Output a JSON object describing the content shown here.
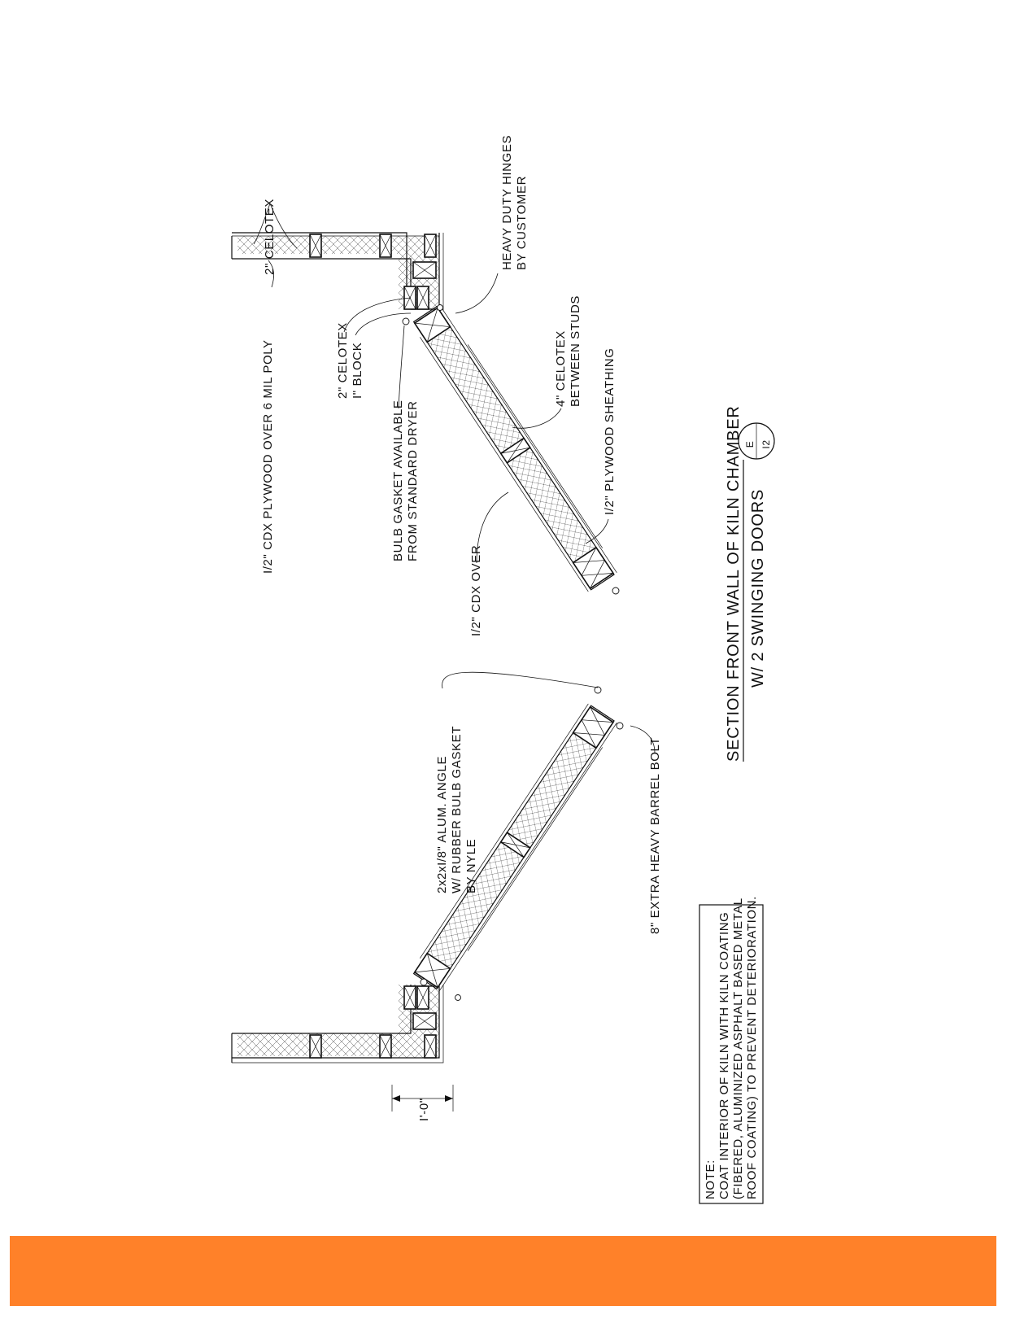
{
  "colors": {
    "line": "#111111",
    "footer_band": "#ff8129",
    "background": "#ffffff"
  },
  "title": {
    "line1": "SECTION FRONT WALL OF KILN CHAMBER",
    "line2": "W/ 2 SWINGING DOORS",
    "bubble_top": "E",
    "bubble_bottom": "I2"
  },
  "labels": {
    "celotex_2_top": "2\" CELOTEX",
    "cdx_plywood_poly": "I/2\" CDX PLYWOOD OVER 6 MIL POLY",
    "celotex_block_1": "2\" CELOTEX",
    "celotex_block_2": "I\" BLOCK",
    "hinges_1": "HEAVY DUTY HINGES",
    "hinges_2": "BY CUSTOMER",
    "bulb_gasket_1": "BULB GASKET AVAILABLE",
    "bulb_gasket_2": "FROM STANDARD DRYER",
    "celotex_4_1": "4\" CELOTEX",
    "celotex_4_2": "BETWEEN STUDS",
    "plywood_sheathing": "I/2\" PLYWOOD SHEATHING",
    "cdx_over": "I/2\" CDX OVER",
    "alum_angle_1": "2x2xI/8\"  ALUM. ANGLE",
    "alum_angle_2": "W/ RUBBER BULB GASKET",
    "alum_angle_3": "BY NYLE",
    "barrel_bolt": "8\" EXTRA HEAVY BARREL BOLT",
    "dimension": "I'-0\""
  },
  "note": {
    "line1": "NOTE:",
    "line2": "COAT INTERIOR OF KILN WITH KILN COATING",
    "line3": "(FIBERED, ALUMINIZED ASPHALT BASED METAL",
    "line4": "ROOF COATING) TO PREVENT DETERIORATION."
  },
  "icons": {
    "stud": "x-box-stud-icon",
    "circle": "gasket-circle-icon"
  }
}
